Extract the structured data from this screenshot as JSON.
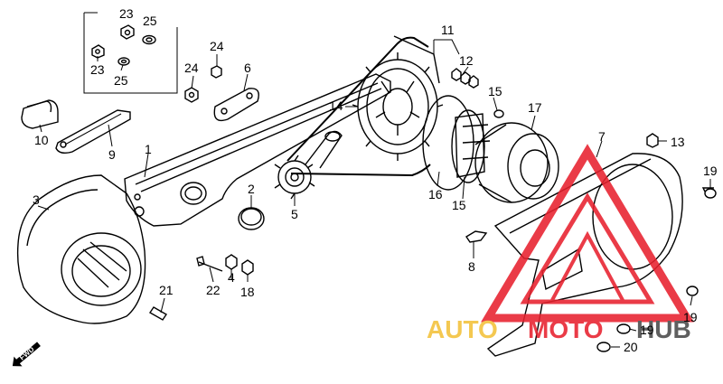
{
  "callouts": {
    "c1": "1",
    "c2": "2",
    "c3": "3",
    "c4": "4",
    "c5": "5",
    "c6": "6",
    "c7": "7",
    "c8": "8",
    "c9": "9",
    "c10": "10",
    "c11": "11",
    "c12": "12",
    "c13": "13",
    "c14": "14",
    "c15a": "15",
    "c15b": "15",
    "c16": "16",
    "c17": "17",
    "c18": "18",
    "c19a": "19",
    "c19b": "19",
    "c19c": "19",
    "c20": "20",
    "c21": "21",
    "c22": "22",
    "c23a": "23",
    "c23b": "23",
    "c24a": "24",
    "c24b": "24",
    "c25a": "25",
    "c25b": "25"
  },
  "fwd": "FWD",
  "watermark": {
    "auto": "AUTO",
    "moto": "MOTO",
    "hub": "HUB",
    "color_red": "#e8212e",
    "color_yellow": "#f3c13a",
    "color_dark": "#4a4a4a"
  }
}
